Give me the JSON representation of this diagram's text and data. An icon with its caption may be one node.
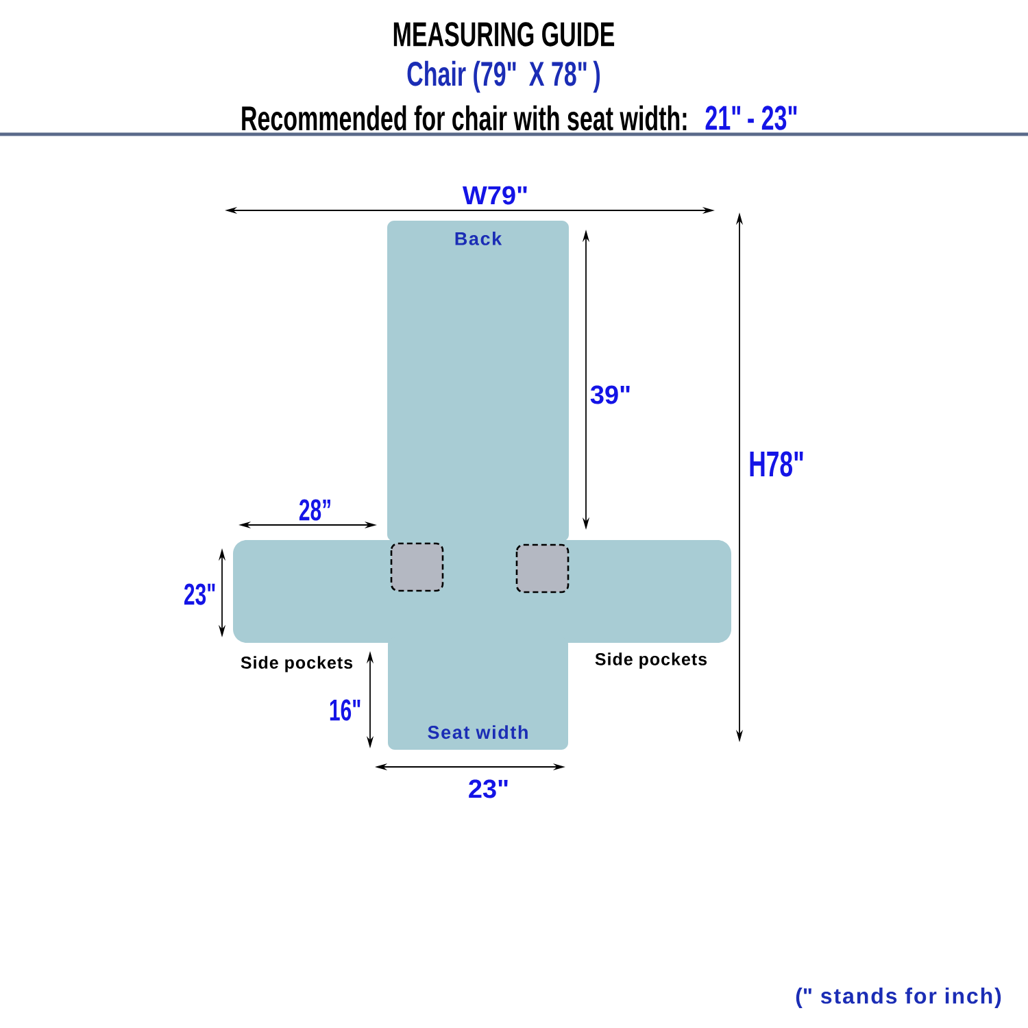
{
  "diagram": {
    "title": "MEASURING GUIDE",
    "nodes": [
      {
        "text": [
          "Back"
        ]
      },
      {
        "text": [
          "Seat width"
        ]
      }
    ],
    "labels": [
      "Chair (79\" X 78\")",
      "Recommended for chair with seat width:",
      "21\"- 23\"",
      "W79\"",
      "39\"",
      "H78\"",
      "28”",
      "23\"",
      "Side pockets",
      "16\"",
      "Side pockets",
      "23\"",
      "(\" stands for inch)"
    ]
  }
}
